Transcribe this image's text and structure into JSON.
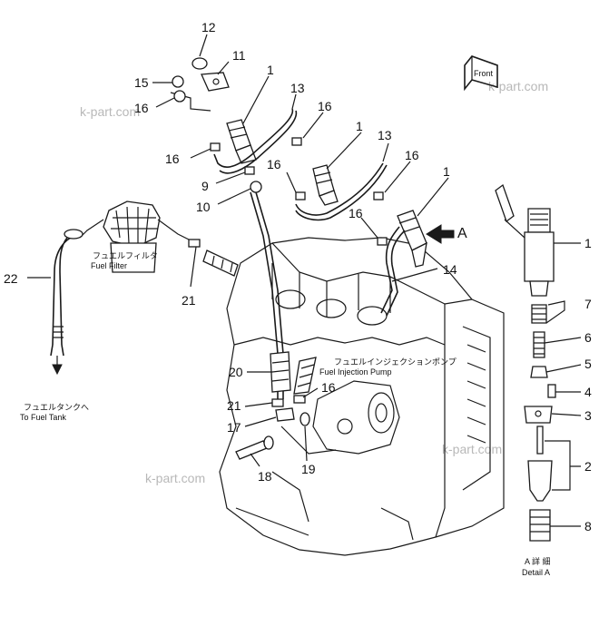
{
  "callouts": {
    "c1a": "1",
    "c1b": "1",
    "c1c": "1",
    "c1d": "1",
    "c2": "2",
    "c3": "3",
    "c4": "4",
    "c5": "5",
    "c6": "6",
    "c7": "7",
    "c8": "8",
    "c9": "9",
    "c10": "10",
    "c11": "11",
    "c12": "12",
    "c13a": "13",
    "c13b": "13",
    "c14": "14",
    "c15": "15",
    "c16a": "16",
    "c16b": "16",
    "c16c": "16",
    "c16d": "16",
    "c16e": "16",
    "c16f": "16",
    "c16g": "16",
    "c17": "17",
    "c18": "18",
    "c19": "19",
    "c20": "20",
    "c21a": "21",
    "c21b": "21",
    "c22": "22"
  },
  "labels": {
    "fuel_filter_jp": "フュエルフィルタ",
    "fuel_filter_en": "Fuel  Filter",
    "injection_pump_jp": "フュエルインジェクションポンプ",
    "injection_pump_en": "Fuel  Injection  Pump",
    "fuel_tank_jp": "フュエルタンクへ",
    "fuel_tank_en": "To  Fuel  Tank",
    "view_arrow": "A",
    "detail_jp": "A 詳 細",
    "detail_en": "Detail  A",
    "front_sign": "Front"
  },
  "watermarks": [
    "k-part.com",
    "k-part.com",
    "k-part.com",
    "k-part.com"
  ]
}
